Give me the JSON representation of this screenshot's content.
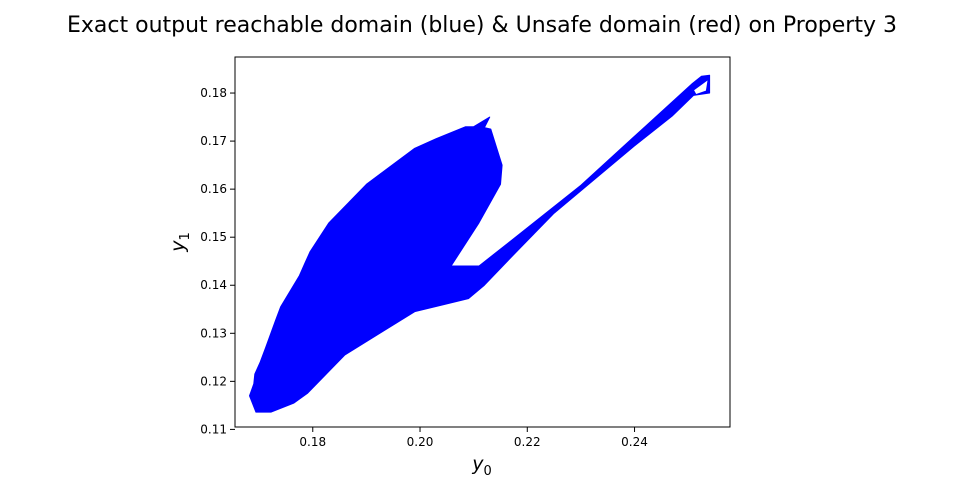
{
  "chart_data": {
    "type": "area",
    "title": "Exact output reachable domain (blue) & Unsafe domain (red) on Property 3",
    "xlabel": {
      "base": "y",
      "sub": "0"
    },
    "ylabel": {
      "base": "y",
      "sub": "1"
    },
    "xlim": [
      0.1655,
      0.2578
    ],
    "ylim": [
      0.1105,
      0.1875
    ],
    "xticks": [
      0.18,
      0.2,
      0.22,
      0.24
    ],
    "xtick_labels": [
      "0.18",
      "0.20",
      "0.22",
      "0.24"
    ],
    "yticks": [
      0.11,
      0.12,
      0.13,
      0.14,
      0.15,
      0.16,
      0.17,
      0.18
    ],
    "ytick_labels": [
      "0.11",
      "0.12",
      "0.13",
      "0.14",
      "0.15",
      "0.16",
      "0.17",
      "0.18"
    ],
    "grid": false,
    "colors": {
      "reachable": "#0000ff",
      "unsafe": "#ff0000"
    },
    "series": [
      {
        "label": "reachable domain",
        "polygons": [
          [
            [
              0.1694,
              0.1136
            ],
            [
              0.1722,
              0.1136
            ],
            [
              0.1765,
              0.1155
            ],
            [
              0.179,
              0.1175
            ],
            [
              0.186,
              0.1255
            ],
            [
              0.199,
              0.1345
            ],
            [
              0.2045,
              0.136
            ],
            [
              0.209,
              0.1372
            ],
            [
              0.212,
              0.14
            ],
            [
              0.218,
              0.147
            ],
            [
              0.225,
              0.155
            ],
            [
              0.24,
              0.169
            ],
            [
              0.247,
              0.1752
            ],
            [
              0.251,
              0.1795
            ],
            [
              0.254,
              0.18
            ],
            [
              0.254,
              0.1837
            ],
            [
              0.2525,
              0.1835
            ],
            [
              0.2508,
              0.182
            ],
            [
              0.24,
              0.171
            ],
            [
              0.23,
              0.1608
            ],
            [
              0.217,
              0.1493
            ],
            [
              0.211,
              0.144
            ],
            [
              0.208,
              0.144
            ],
            [
              0.2058,
              0.144
            ],
            [
              0.211,
              0.153
            ],
            [
              0.215,
              0.161
            ],
            [
              0.2153,
              0.165
            ],
            [
              0.2132,
              0.1725
            ],
            [
              0.212,
              0.1728
            ],
            [
              0.213,
              0.175
            ],
            [
              0.21,
              0.173
            ],
            [
              0.2085,
              0.173
            ],
            [
              0.203,
              0.1705
            ],
            [
              0.199,
              0.1685
            ],
            [
              0.19,
              0.161
            ],
            [
              0.183,
              0.153
            ],
            [
              0.1795,
              0.147
            ],
            [
              0.1785,
              0.1445
            ],
            [
              0.1775,
              0.142
            ],
            [
              0.174,
              0.1355
            ],
            [
              0.173,
              0.1325
            ],
            [
              0.1712,
              0.127
            ],
            [
              0.1702,
              0.124
            ],
            [
              0.1692,
              0.1215
            ],
            [
              0.169,
              0.1195
            ],
            [
              0.1682,
              0.117
            ],
            [
              0.1694,
              0.1136
            ]
          ]
        ]
      }
    ],
    "gaps": [
      [
        [
          0.2455,
          0.1716
        ],
        [
          0.2508,
          0.177
        ],
        [
          0.2514,
          0.1784
        ],
        [
          0.247,
          0.1738
        ]
      ],
      [
        [
          0.2511,
          0.1806
        ],
        [
          0.2515,
          0.1798
        ],
        [
          0.2533,
          0.1805
        ],
        [
          0.2536,
          0.1826
        ]
      ]
    ]
  }
}
